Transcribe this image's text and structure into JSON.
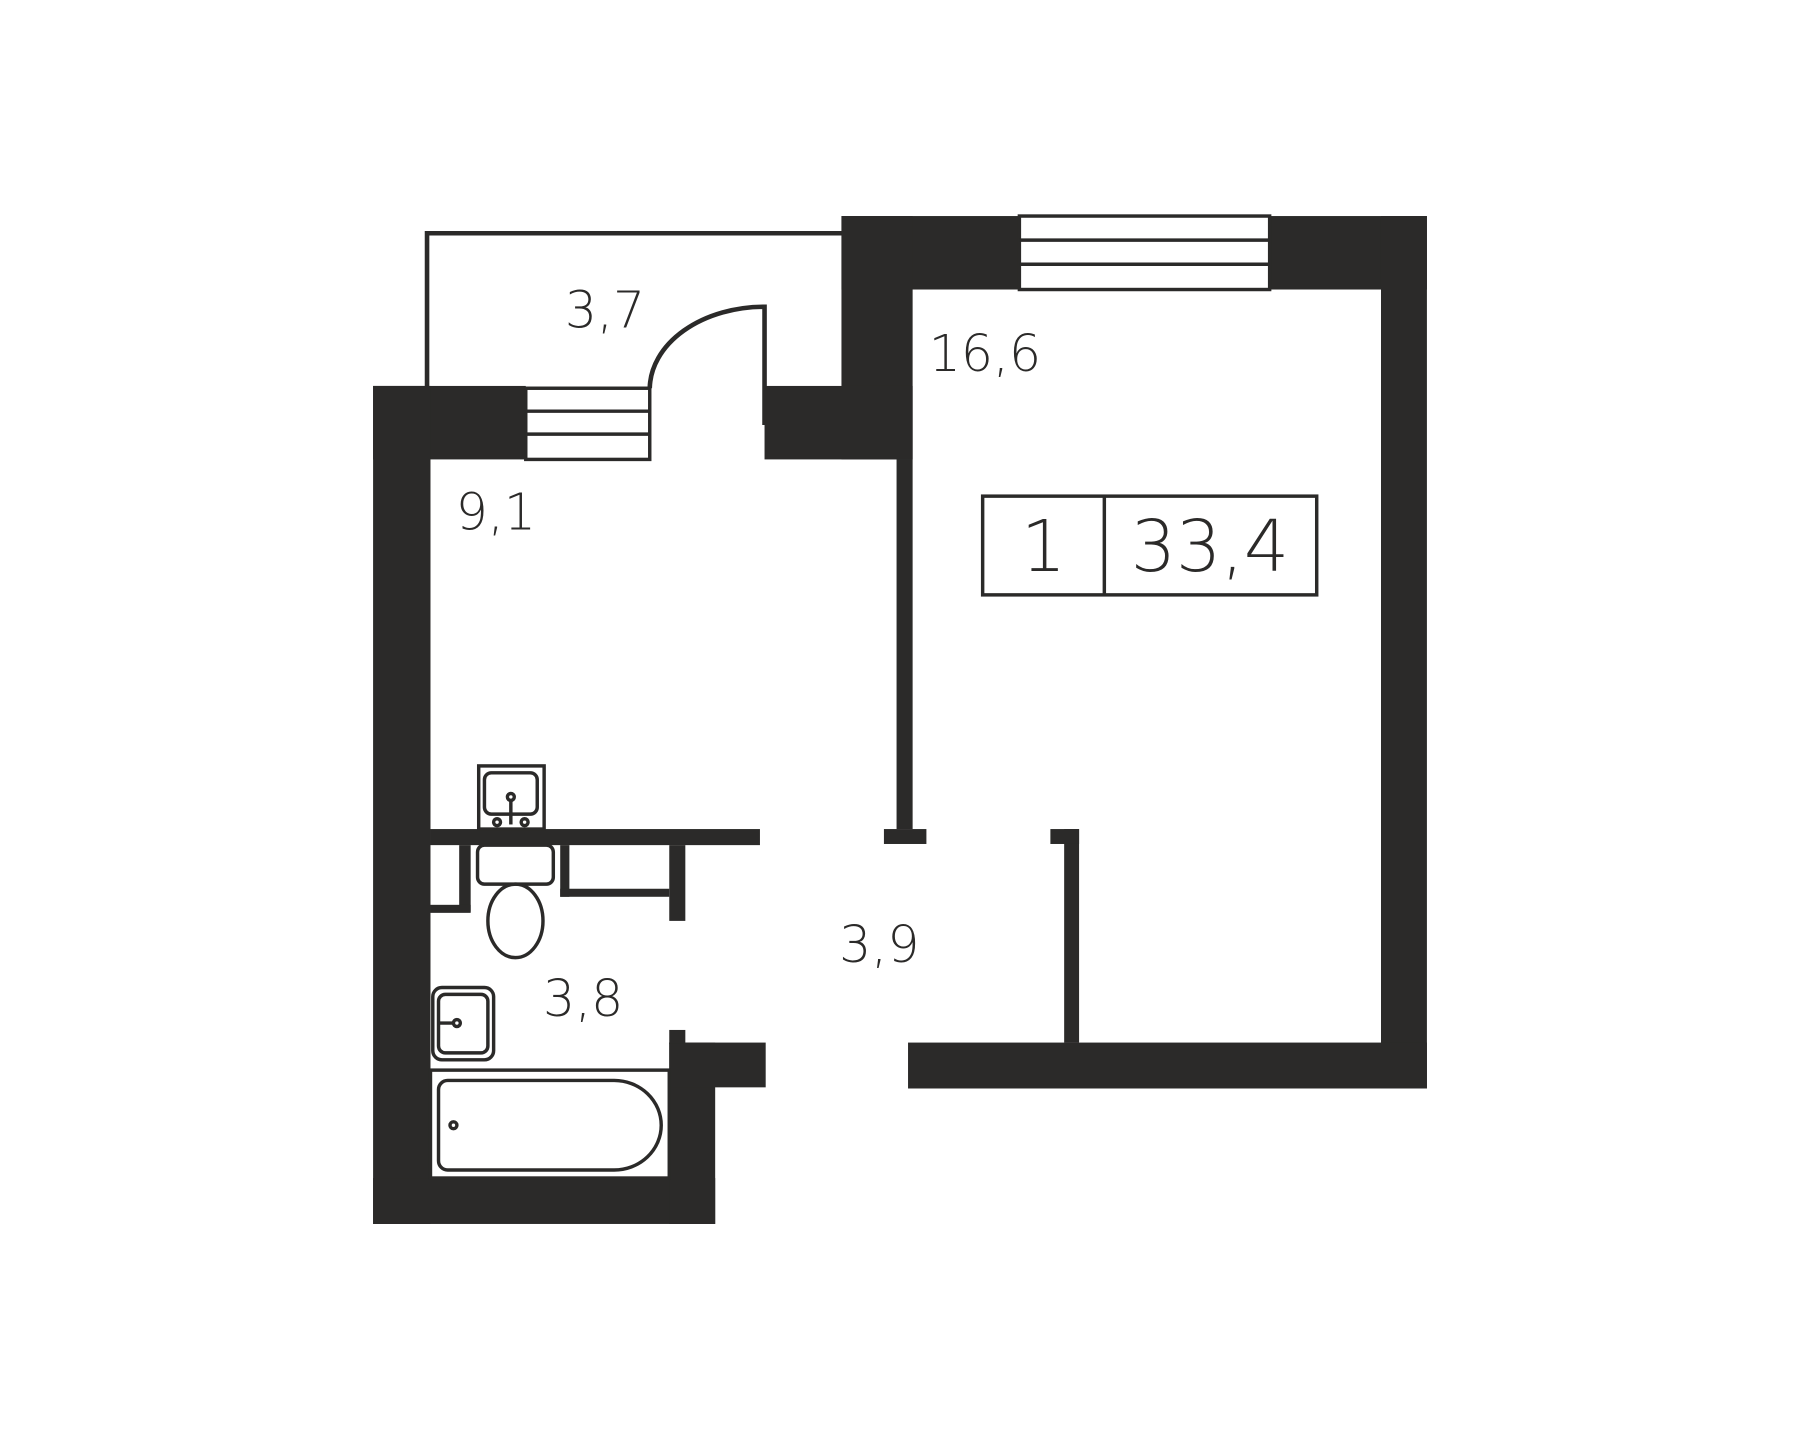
{
  "rooms": {
    "balcony_area": "3,7",
    "living_room_area": "16,6",
    "kitchen_area": "9,1",
    "hallway_area": "3,9",
    "bathroom_area": "3,8"
  },
  "summary": {
    "room_count": "1",
    "total_area": "33,4"
  },
  "colors": {
    "wall": "#2b2a29",
    "background": "#ffffff"
  }
}
